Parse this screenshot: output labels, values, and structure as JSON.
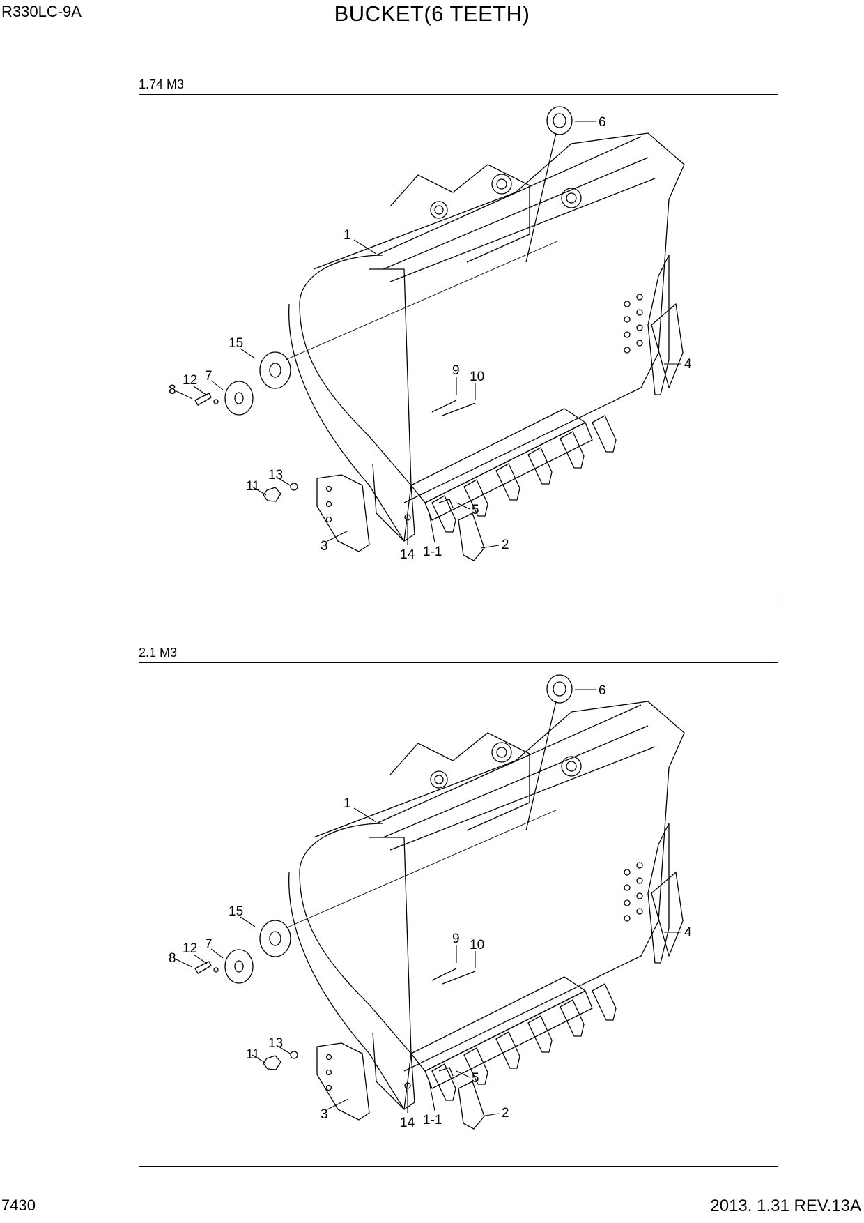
{
  "header": {
    "model": "R330LC-9A",
    "title": "BUCKET(6 TEETH)"
  },
  "footer": {
    "page_number": "7430",
    "revision": "2013. 1.31  REV.13A"
  },
  "panels": [
    {
      "capacity": "1.74 M3",
      "callouts": [
        "1",
        "1-1",
        "2",
        "3",
        "4",
        "5",
        "6",
        "7",
        "8",
        "9",
        "10",
        "11",
        "12",
        "13",
        "14",
        "15"
      ]
    },
    {
      "capacity": "2.1 M3",
      "callouts": [
        "1",
        "1-1",
        "2",
        "3",
        "4",
        "5",
        "6",
        "7",
        "8",
        "9",
        "10",
        "11",
        "12",
        "13",
        "14",
        "15"
      ]
    }
  ]
}
